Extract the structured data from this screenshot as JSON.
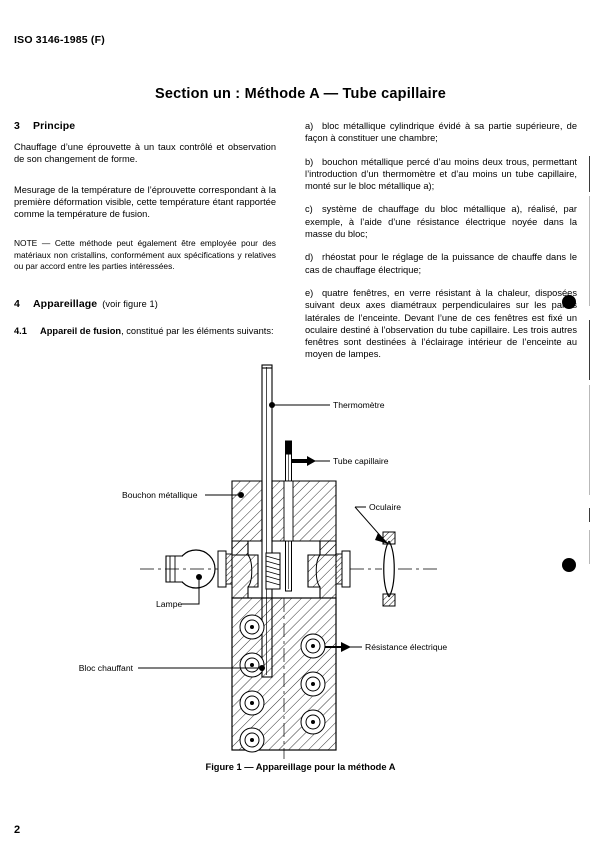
{
  "header": {
    "standard_ref": "ISO 3146-1985 (F)"
  },
  "section_title": "Section un : Méthode A — Tube capillaire",
  "page_number": "2",
  "left_column": {
    "principe": {
      "number": "3",
      "title": "Principe",
      "paragraph_1": "Chauffage d’une éprouvette à un taux contrôlé et observation de son changement de forme.",
      "paragraph_2": "Mesurage de la température de l’éprouvette correspondant à la première déformation visible, cette température étant rapportée comme la température de fusion.",
      "note": "NOTE — Cette méthode peut également être employée pour des matériaux non cristallins, conformément aux spécifications y relatives ou par accord entre les parties intéressées."
    },
    "appareillage": {
      "number": "4",
      "title": "Appareillage",
      "title_suffix": "(voir figure 1)",
      "sub_number": "4.1",
      "sub_title": "Appareil de fusion",
      "sub_text": ", constitué par les éléments suivants:"
    }
  },
  "right_column": {
    "items": [
      {
        "mark": "a)",
        "text": "bloc métallique cylindrique évidé à sa partie supérieure, de façon à constituer une chambre;"
      },
      {
        "mark": "b)",
        "text": "bouchon métallique percé d’au moins deux trous, permettant l’introduction d’un thermomètre et d’au moins un tube capillaire, monté sur le bloc métallique a);"
      },
      {
        "mark": "c)",
        "text": "système de chauffage du bloc métallique a), réalisé, par exemple, à l’aide d’une résistance électrique noyée dans la masse du bloc;"
      },
      {
        "mark": "d)",
        "text": "rhéostat pour le réglage de la puissance de chauffe dans le cas de chauffage électrique;"
      },
      {
        "mark": "e)",
        "text": "quatre fenêtres, en verre résistant à la chaleur, disposées suivant deux axes diamétraux perpendiculaires sur les parois latérales de l’enceinte. Devant l’une de ces fenêtres est fixé un oculaire destiné à l’observation du tube capillaire. Les trois autres fenêtres sont destinées à l’éclairage intérieur de l’enceinte au moyen de lampes."
      }
    ]
  },
  "figure": {
    "caption": "Figure 1 — Appareillage pour la méthode A",
    "labels": {
      "thermometre": "Thermomètre",
      "tube_capillaire": "Tube capillaire",
      "bouchon_metallique": "Bouchon métallique",
      "oculaire": "Oculaire",
      "lampe": "Lampe",
      "resistance_electrique": "Résistance électrique",
      "bloc_chauffant": "Bloc chauffant"
    }
  },
  "colors": {
    "ink": "#000000",
    "paper": "#ffffff",
    "artifact": "#000000"
  }
}
